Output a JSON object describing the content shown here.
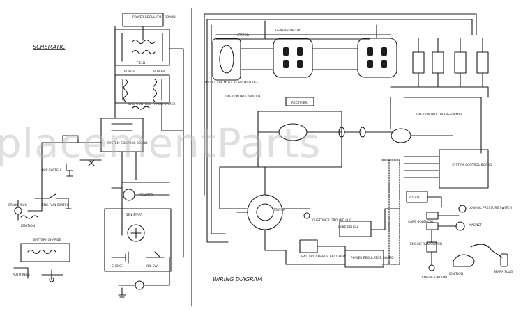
{
  "titles": {
    "schematic": "SCHEMATIC",
    "wiring": "WIRING DIAGRAM"
  },
  "watermark": "placementParts",
  "schematic_labels": {
    "power_regulator": "POWER REGULATOR BOARD",
    "field": "FIELD",
    "power": "POWER",
    "power2": "POWER",
    "idle_transformer": "IDLE CONTROL TRANSFORMER",
    "system_control": "SYSTEM CONTROL BOARD",
    "lop": "LOP SWITCH",
    "engine_run": "ENG RUN SWITCH",
    "spark_plug": "SPARK PLUG",
    "ignition": "IGNITION",
    "battery_charge": "BATTERY CHARGE",
    "auto_reset": "AUTO RESET",
    "choke": "CHOKE",
    "oil_sw": "OIL SW",
    "starter": "STARTER",
    "gen_start": "GEN START"
  },
  "wiring_labels": {
    "stator": "STATOR",
    "generator_lug": "GENERATOR LUG",
    "outlet_note": "OUTLET THE MUST BE BROKEN OFF",
    "idle_control_switch": "IDLE CONTROL SWITCH",
    "idle_control_transformer": "IDLE CONTROL TRANSFORMER",
    "system_control_board": "SYSTEM CONTROL BOARD",
    "rectifier": "RECTIFIER",
    "customer_ground_lug": "CUSTOMER GROUND LUG",
    "power_regulator_board": "POWER REGULATOR BOARD",
    "battery_charge_rectifier": "BATTERY CHARGE RECTIFIER",
    "engine_ground": "ENGINE GROUND",
    "wire_brush": "WIRE BRUSH",
    "rotor": "ROTOR",
    "oil_pressure_switch": "LOW OIL PRESSURE SWITCH",
    "magnet": "MAGNET",
    "carb_solenoid": "CARB SOLENOID",
    "engine_run_switch": "ENGINE RUN SWITCH",
    "spark_plug": "SPARK PLUG",
    "ignition": "IGNITION"
  }
}
